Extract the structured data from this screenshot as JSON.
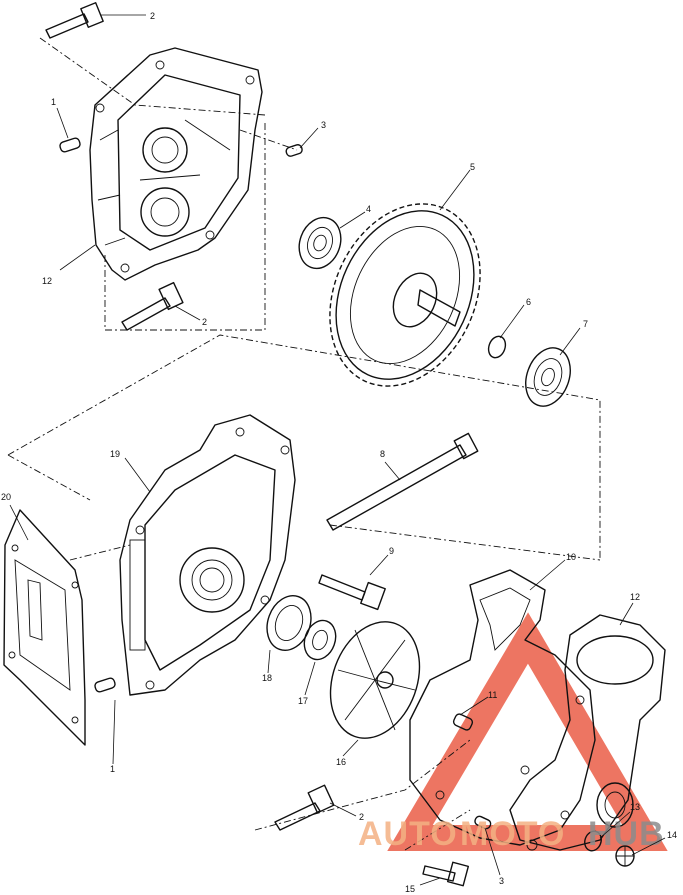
{
  "callouts": {
    "c1a": "1",
    "c1b": "1",
    "c2a": "2",
    "c2b": "2",
    "c2c": "2",
    "c3a": "3",
    "c3b": "3",
    "c4": "4",
    "c5": "5",
    "c6": "6",
    "c7": "7",
    "c8": "8",
    "c9": "9",
    "c10": "10",
    "c11": "11",
    "c12a": "12",
    "c12b": "12",
    "c13": "13",
    "c14": "14",
    "c15": "15",
    "c16": "16",
    "c17": "17",
    "c18": "18",
    "c19": "19",
    "c20": "20"
  },
  "watermark": {
    "part1": "AUTO",
    "part2": "MOTO",
    "part3": "HUB",
    "color_orange": "#f4b183",
    "color_red": "#e8482e",
    "color_gray": "#8c8c8c"
  }
}
